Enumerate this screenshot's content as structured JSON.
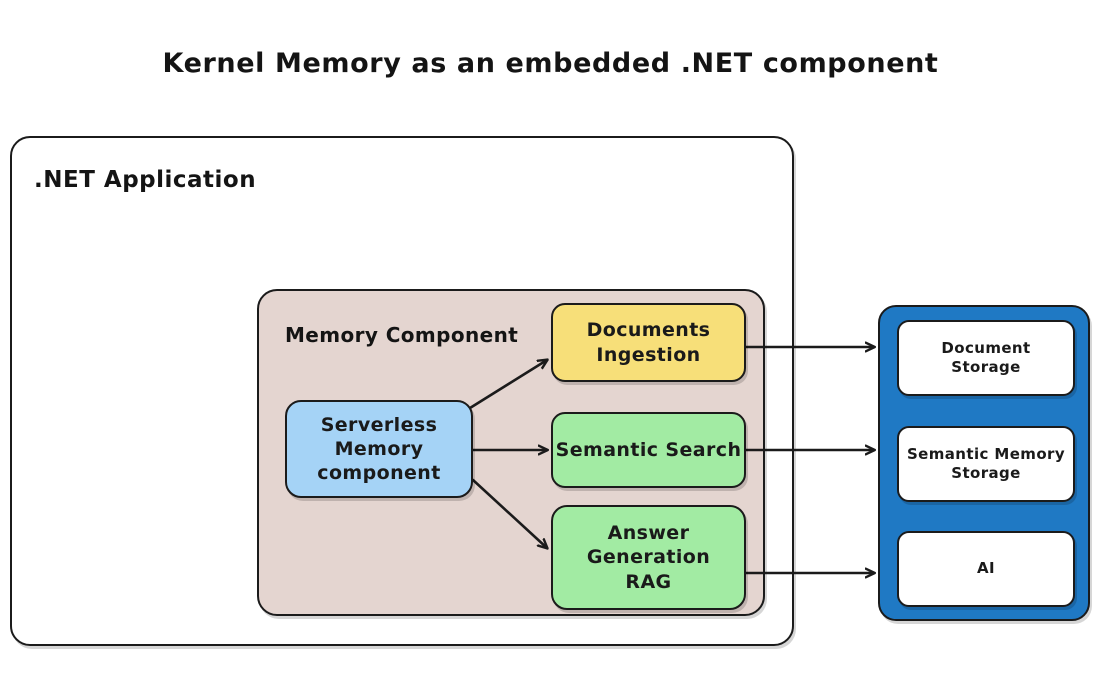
{
  "title": "Kernel Memory as an embedded .NET component",
  "containers": {
    "app": {
      "label": ".NET Application"
    },
    "memory_component": {
      "label": "Memory Component"
    }
  },
  "nodes": {
    "serverless_memory": {
      "label": "Serverless\nMemory\ncomponent",
      "color": "#A5D3F6"
    },
    "documents_ingestion": {
      "label": "Documents\nIngestion",
      "color": "#F7DF79"
    },
    "semantic_search": {
      "label": "Semantic Search",
      "color": "#A2EBA3"
    },
    "answer_generation": {
      "label": "Answer\nGeneration\nRAG",
      "color": "#A2EBA3"
    }
  },
  "services_panel": {
    "color": "#1F79C4",
    "items": [
      {
        "label": "Document\nStorage"
      },
      {
        "label": "Semantic Memory\nStorage"
      },
      {
        "label": "AI"
      }
    ]
  },
  "edges": [
    {
      "from": "serverless_memory",
      "to": "documents_ingestion",
      "style": "arrow"
    },
    {
      "from": "serverless_memory",
      "to": "semantic_search",
      "style": "arrow"
    },
    {
      "from": "serverless_memory",
      "to": "answer_generation",
      "style": "arrow"
    },
    {
      "from": "documents_ingestion",
      "to": "document_storage",
      "style": "arrow"
    },
    {
      "from": "semantic_search",
      "to": "semantic_memory_storage",
      "style": "arrow"
    },
    {
      "from": "answer_generation",
      "to": "ai",
      "style": "arrow"
    }
  ],
  "colors": {
    "stroke": "#1b1b1b",
    "background": "#ffffff",
    "memory_component_fill": "#E4D5D0"
  }
}
